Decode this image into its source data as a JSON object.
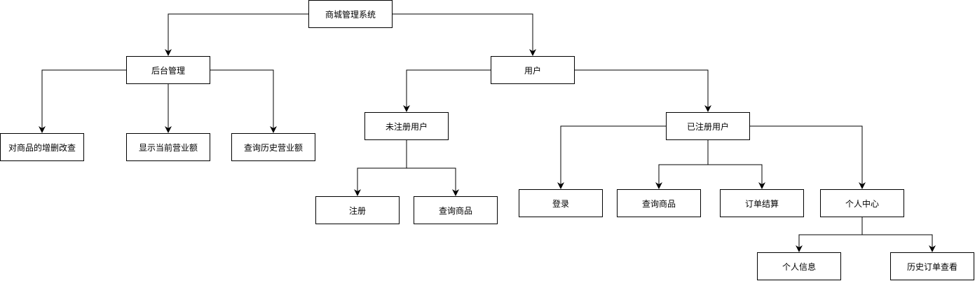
{
  "nodes": {
    "root": "商城管理系统",
    "admin": "后台管理",
    "user": "用户",
    "admin_crud": "对商品的增删改查",
    "admin_show": "显示当前营业额",
    "admin_history": "查询历史营业额",
    "unregistered": "未注册用户",
    "registered": "已注册用户",
    "register": "注册",
    "query_goods_unreg": "查询商品",
    "login": "登录",
    "query_goods_reg": "查询商品",
    "checkout": "订单结算",
    "personal_center": "个人中心",
    "personal_info": "个人信息",
    "order_history": "历史订单查看"
  }
}
